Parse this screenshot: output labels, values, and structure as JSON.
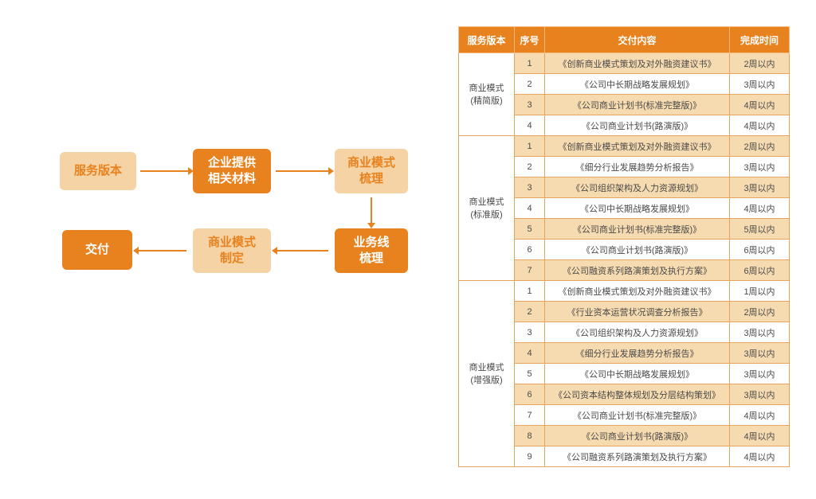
{
  "colors": {
    "accent": "#E8821F",
    "light_fill": "#F5D3A4",
    "row_shade": "#F7DBB0"
  },
  "flowchart": {
    "nodes": [
      {
        "label": "服务版本",
        "style": "light"
      },
      {
        "label": "企业提供\n相关材料",
        "style": "dark"
      },
      {
        "label": "商业模式\n梳理",
        "style": "light"
      },
      {
        "label": "业务线\n梳理",
        "style": "dark"
      },
      {
        "label": "商业模式\n制定",
        "style": "light"
      },
      {
        "label": "交付",
        "style": "dark"
      }
    ]
  },
  "table": {
    "headers": [
      "服务版本",
      "序号",
      "交付内容",
      "完成时间"
    ],
    "groups": [
      {
        "version": "商业模式\n(精简版)",
        "rows": [
          {
            "no": "1",
            "content": "《创新商业模式策划及对外融资建议书》",
            "time": "2周以内"
          },
          {
            "no": "2",
            "content": "《公司中长期战略发展规划》",
            "time": "3周以内"
          },
          {
            "no": "3",
            "content": "《公司商业计划书(标准完整版)》",
            "time": "4周以内"
          },
          {
            "no": "4",
            "content": "《公司商业计划书(路演版)》",
            "time": "4周以内"
          }
        ]
      },
      {
        "version": "商业模式\n(标准版)",
        "rows": [
          {
            "no": "1",
            "content": "《创新商业模式策划及对外融资建议书》",
            "time": "2周以内"
          },
          {
            "no": "2",
            "content": "《细分行业发展趋势分析报告》",
            "time": "3周以内"
          },
          {
            "no": "3",
            "content": "《公司组织架构及人力资源规划》",
            "time": "3周以内"
          },
          {
            "no": "4",
            "content": "《公司中长期战略发展规划》",
            "time": "4周以内"
          },
          {
            "no": "5",
            "content": "《公司商业计划书(标准完整版)》",
            "time": "5周以内"
          },
          {
            "no": "6",
            "content": "《公司商业计划书(路演版)》",
            "time": "6周以内"
          },
          {
            "no": "7",
            "content": "《公司融资系列路演策划及执行方案》",
            "time": "6周以内"
          }
        ]
      },
      {
        "version": "商业模式\n(增强版)",
        "rows": [
          {
            "no": "1",
            "content": "《创新商业模式策划及对外融资建议书》",
            "time": "1周以内"
          },
          {
            "no": "2",
            "content": "《行业资本运营状况调查分析报告》",
            "time": "2周以内"
          },
          {
            "no": "3",
            "content": "《公司组织架构及人力资源规划》",
            "time": "3周以内"
          },
          {
            "no": "4",
            "content": "《细分行业发展趋势分析报告》",
            "time": "3周以内"
          },
          {
            "no": "5",
            "content": "《公司中长期战略发展规划》",
            "time": "3周以内"
          },
          {
            "no": "6",
            "content": "《公司资本结构整体规划及分层结构策划》",
            "time": "3周以内"
          },
          {
            "no": "7",
            "content": "《公司商业计划书(标准完整版)》",
            "time": "4周以内"
          },
          {
            "no": "8",
            "content": "《公司商业计划书(路演版)》",
            "time": "4周以内"
          },
          {
            "no": "9",
            "content": "《公司融资系列路演策划及执行方案》",
            "time": "4周以内"
          }
        ]
      }
    ]
  }
}
